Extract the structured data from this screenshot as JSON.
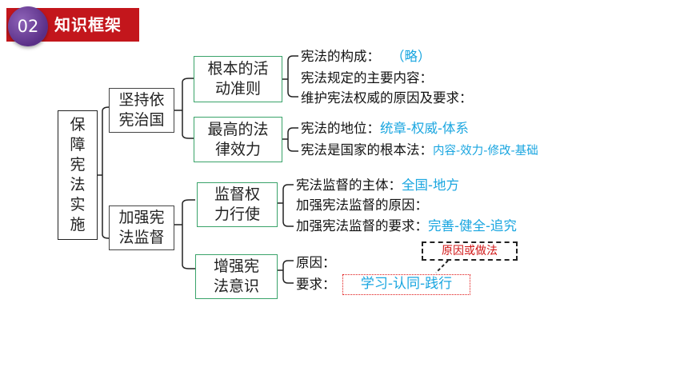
{
  "header": {
    "number": "02",
    "title": "知识框架"
  },
  "root": "保障宪法实施",
  "branches": [
    {
      "label": "坚持依宪治国",
      "children": [
        {
          "label": "根本的活动准则",
          "items": [
            {
              "text": "宪法的构成：",
              "answer": "（略）"
            },
            {
              "text": "宪法规定的主要内容：",
              "answer": ""
            },
            {
              "text": "维护宪法权威的原因及要求：",
              "answer": ""
            }
          ]
        },
        {
          "label": "最高的法律效力",
          "items": [
            {
              "text": "宪法的地位：",
              "answer": "统章-权威-体系"
            },
            {
              "text": "宪法是国家的根本法：",
              "answer": "内容-效力-修改-基础"
            }
          ]
        }
      ]
    },
    {
      "label": "加强宪法监督",
      "children": [
        {
          "label": "监督权力行使",
          "items": [
            {
              "text": "宪法监督的主体：",
              "answer": "全国-地方"
            },
            {
              "text": "加强宪法监督的原因：",
              "answer": ""
            },
            {
              "text": "加强宪法监督的要求：",
              "answer": "完善-健全-追究"
            }
          ]
        },
        {
          "label": "增强宪法意识",
          "items": [
            {
              "text": "原因：",
              "answer": ""
            },
            {
              "text": "要求：",
              "answer": "学习-认同-践行"
            }
          ]
        }
      ]
    }
  ],
  "callout": "原因或做法"
}
